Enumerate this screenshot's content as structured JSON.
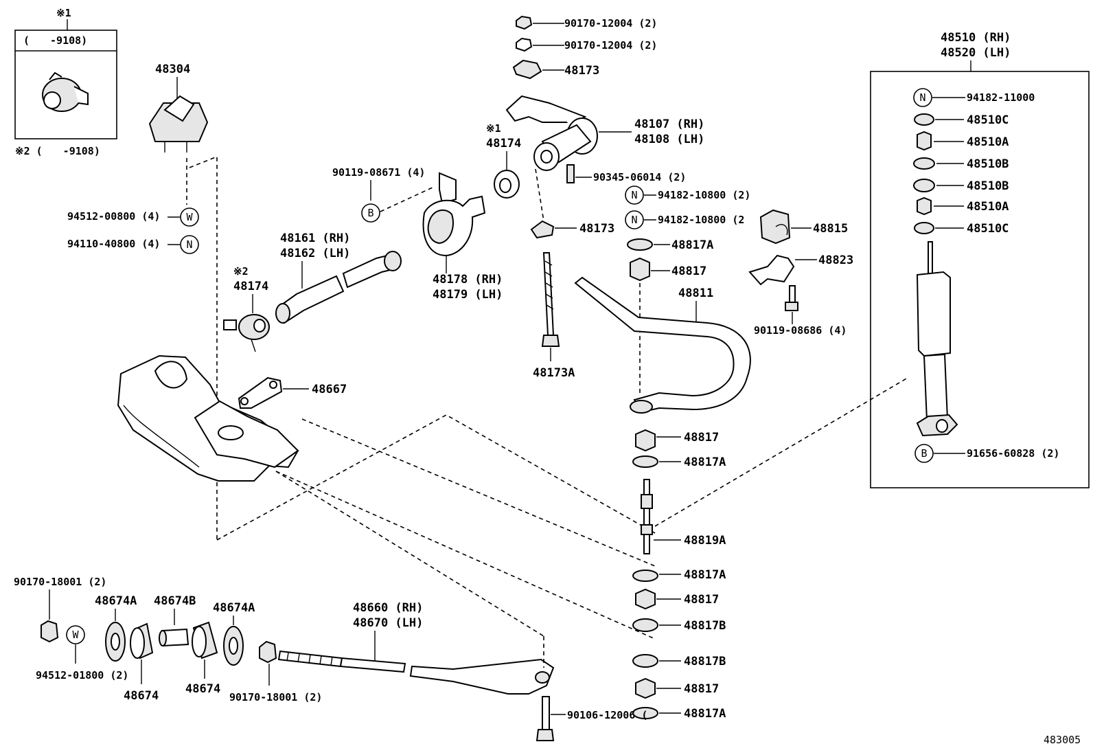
{
  "diagram": {
    "ref_number": "483005",
    "inset_box": {
      "marker": "※1",
      "range": "(　　-9108)",
      "note": "※2 (　　-9108)"
    },
    "labels": {
      "p48304": "48304",
      "p94512_00800": "94512-00800 (4)",
      "p94110_40800": "94110-40800 (4)",
      "p90119_08671": "90119-08671 (4)",
      "p90170_12004_a": "90170-12004 (2)",
      "p90170_12004_b": "90170-12004 (2)",
      "p48173_top": "48173",
      "p48174_marker1": "※1",
      "p48174_a": "48174",
      "p48107": "48107 (RH)",
      "p48108": "48108 (LH)",
      "p90345": "90345-06014 (2)",
      "p48161": "48161 (RH)",
      "p48162": "48162 (LH)",
      "p48178": "48178 (RH)",
      "p48179": "48179 (LH)",
      "p48173_mid": "48173",
      "p48174_marker2": "※2",
      "p48174_b": "48174",
      "p48173A": "48173A",
      "p48667": "48667",
      "p94182_10800_a": "94182-10800 (2)",
      "p94182_10800_b": "94182-10800 (2",
      "p48817A_1": "48817A",
      "p48817_1": "48817",
      "p48811": "48811",
      "p48815": "48815",
      "p48823": "48823",
      "p90119_08686": "90119-08686 (4)",
      "p48817_2": "48817",
      "p48817A_2": "48817A",
      "p48819A": "48819A",
      "p48817A_3": "48817A",
      "p48817_3": "48817",
      "p48817B_1": "48817B",
      "p48817B_2": "48817B",
      "p48817_4": "48817",
      "p48817A_4": "48817A",
      "p90106_12006": "90106-12006 (",
      "p90170_18001_a": "90170-18001 (2)",
      "p48674A_a": "48674A",
      "p48674B": "48674B",
      "p48674A_b": "48674A",
      "p48674_a": "48674",
      "p48674_b": "48674",
      "p94512_01800": "94512-01800 (2)",
      "p90170_18001_b": "90170-18001 (2)",
      "p48660": "48660 (RH)",
      "p48670": "48670 (LH)",
      "p48510": "48510 (RH)",
      "p48520": "48520 (LH)",
      "p94182_11000": "94182-11000",
      "p48510C_a": "48510C",
      "p48510A_a": "48510A",
      "p48510B_a": "48510B",
      "p48510B_b": "48510B",
      "p48510A_b": "48510A",
      "p48510C_b": "48510C",
      "p91656_60828": "91656-60828 (2)"
    },
    "circle_letters": {
      "w1": "W",
      "n1": "N",
      "b1": "B",
      "n2": "N",
      "n3": "N",
      "n4": "N",
      "b2": "B",
      "w2": "W"
    }
  }
}
